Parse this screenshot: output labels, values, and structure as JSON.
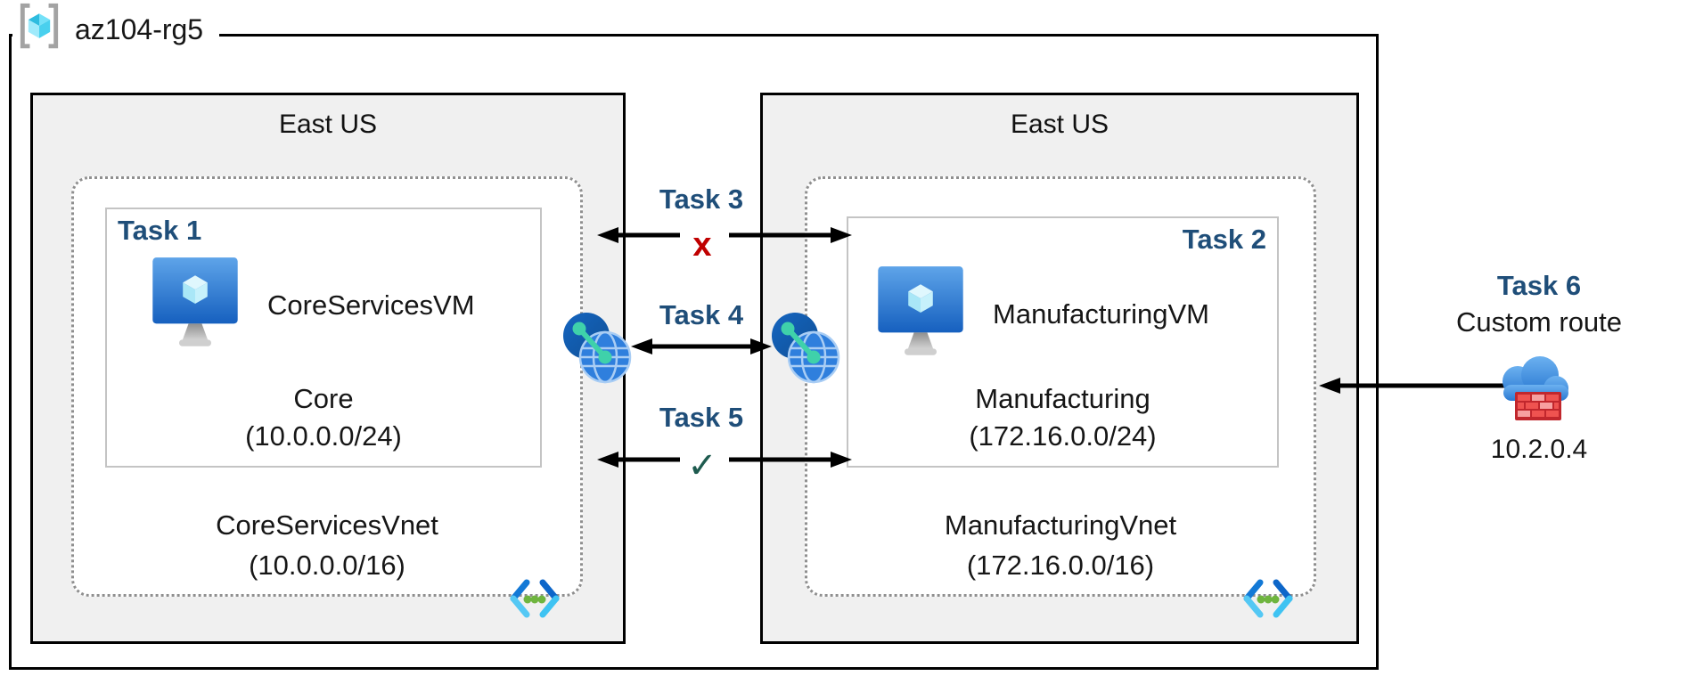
{
  "resource_group": {
    "name": "az104-rg5"
  },
  "regions": {
    "left": {
      "name": "East US",
      "task": "Task 1",
      "vm": "CoreServicesVM",
      "subnet_name": "Core",
      "subnet_cidr": "(10.0.0.0/24)",
      "vnet_name": "CoreServicesVnet",
      "vnet_cidr": "(10.0.0.0/16)"
    },
    "right": {
      "name": "East US",
      "task": "Task 2",
      "vm": "ManufacturingVM",
      "subnet_name": "Manufacturing",
      "subnet_cidr": "(172.16.0.0/24)",
      "vnet_name": "ManufacturingVnet",
      "vnet_cidr": "(172.16.0.0/16)"
    }
  },
  "connections": {
    "task3": {
      "label": "Task 3",
      "marker": "x"
    },
    "task4": {
      "label": "Task 4"
    },
    "task5": {
      "label": "Task 5",
      "marker": "✓"
    }
  },
  "custom_route": {
    "task": "Task 6",
    "title": "Custom route",
    "ip": "10.2.0.4"
  },
  "icons": {
    "resource_group": "resource-group-bracket-cube-icon",
    "vm": "virtual-machine-monitor-icon",
    "vnet": "virtual-network-brackets-icon",
    "peering": "network-peering-globe-icon",
    "nva": "firewall-cloud-icon"
  },
  "colors": {
    "task_label": "#1f4e79",
    "cross_marker": "#c00000",
    "check_marker": "#1e5b4f",
    "region_fill": "#f0f0f0",
    "arrow": "#000000",
    "vnet_border": "#8f8f8f"
  }
}
